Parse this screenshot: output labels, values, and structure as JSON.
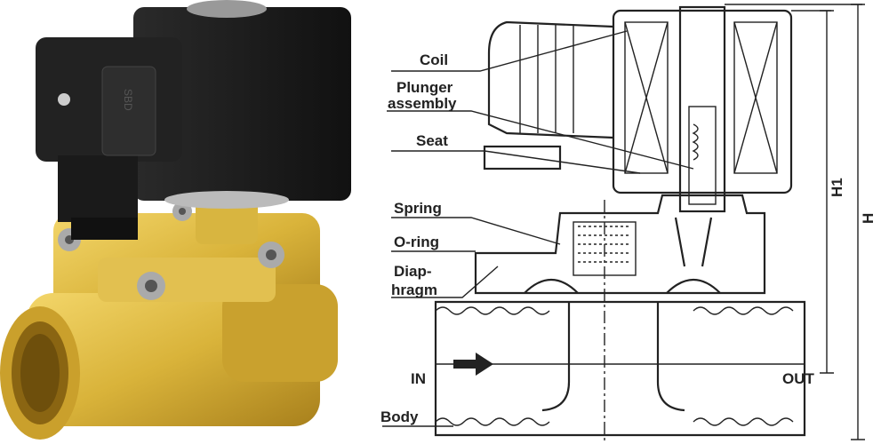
{
  "photo": {
    "logo_text": "SBD",
    "colors": {
      "brass": "#d9b33a",
      "brass_dark": "#a8801c",
      "plastic": "#1c1c1c",
      "steel": "#b8b8b8"
    }
  },
  "diagram": {
    "labels": {
      "coil": "Coil",
      "plunger_1": "Plunger",
      "plunger_2": "assembly",
      "seat": "Seat",
      "spring": "Spring",
      "oring": "O-ring",
      "diaphragm_1": "Diap-",
      "diaphragm_2": "hragm",
      "inlet": "IN",
      "outlet": "OUT",
      "body": "Body",
      "dim_h1": "H1",
      "dim_h": "H"
    }
  }
}
